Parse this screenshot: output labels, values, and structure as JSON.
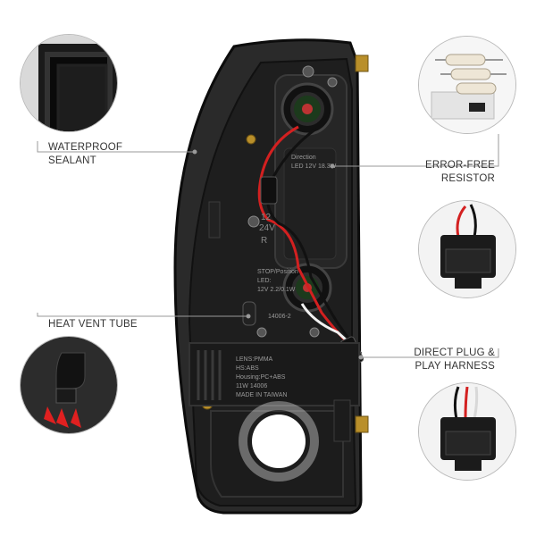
{
  "callouts": {
    "waterproof": {
      "line1": "WATERPROOF",
      "line2": "SEALANT"
    },
    "resistor": {
      "line1": "ERROR-FREE",
      "line2": "RESISTOR"
    },
    "heatvent": {
      "line1": "HEAT VENT TUBE"
    },
    "harness": {
      "line1": "DIRECT PLUG &",
      "line2": "PLAY HARNESS"
    }
  },
  "housing_text": {
    "direction": [
      "Direction",
      "LED 12V 18.3W"
    ],
    "voltage": [
      "12",
      "24V",
      "R"
    ],
    "stop_position": [
      "STOP/Position",
      "LED:",
      "12V 2.2/0.1W"
    ],
    "part_number": "14006-2",
    "lens_info": [
      "LENS:PMMA",
      "HS:ABS",
      "Housing:PC+ABS",
      "11W 14006",
      "MADE IN TAIWAN"
    ]
  },
  "colors": {
    "housing": "#1a1a1a",
    "lens_edge": "#2b2b2b",
    "wire_red": "#d32020",
    "wire_black": "#111111",
    "wire_white": "#f2f2f2",
    "heat_arrows": "#e02020",
    "connector_tab": "#c8a43a",
    "callout_line": "#9a9a9a"
  }
}
